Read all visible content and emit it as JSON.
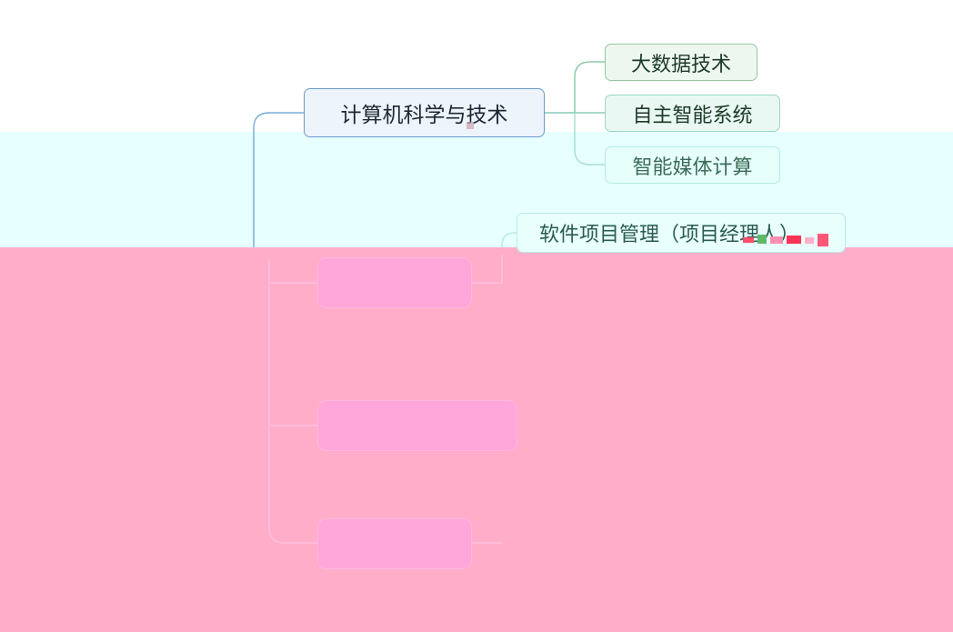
{
  "mindmap": {
    "main_topic": {
      "label": "计算机科学与技术"
    },
    "subtopics": [
      {
        "label": "大数据技术"
      },
      {
        "label": "自主智能系统"
      },
      {
        "label": "智能媒体计算"
      }
    ],
    "partial_topic": {
      "label": "软件项目管理（项目经理人）"
    }
  },
  "colors": {
    "cyan_band": "#e8ffff",
    "pink_overlay": "#ffadc9",
    "main_border": "#6a9ccc",
    "connector": "#7bc4b8",
    "hidden_node_fill": "#ffa6da"
  }
}
